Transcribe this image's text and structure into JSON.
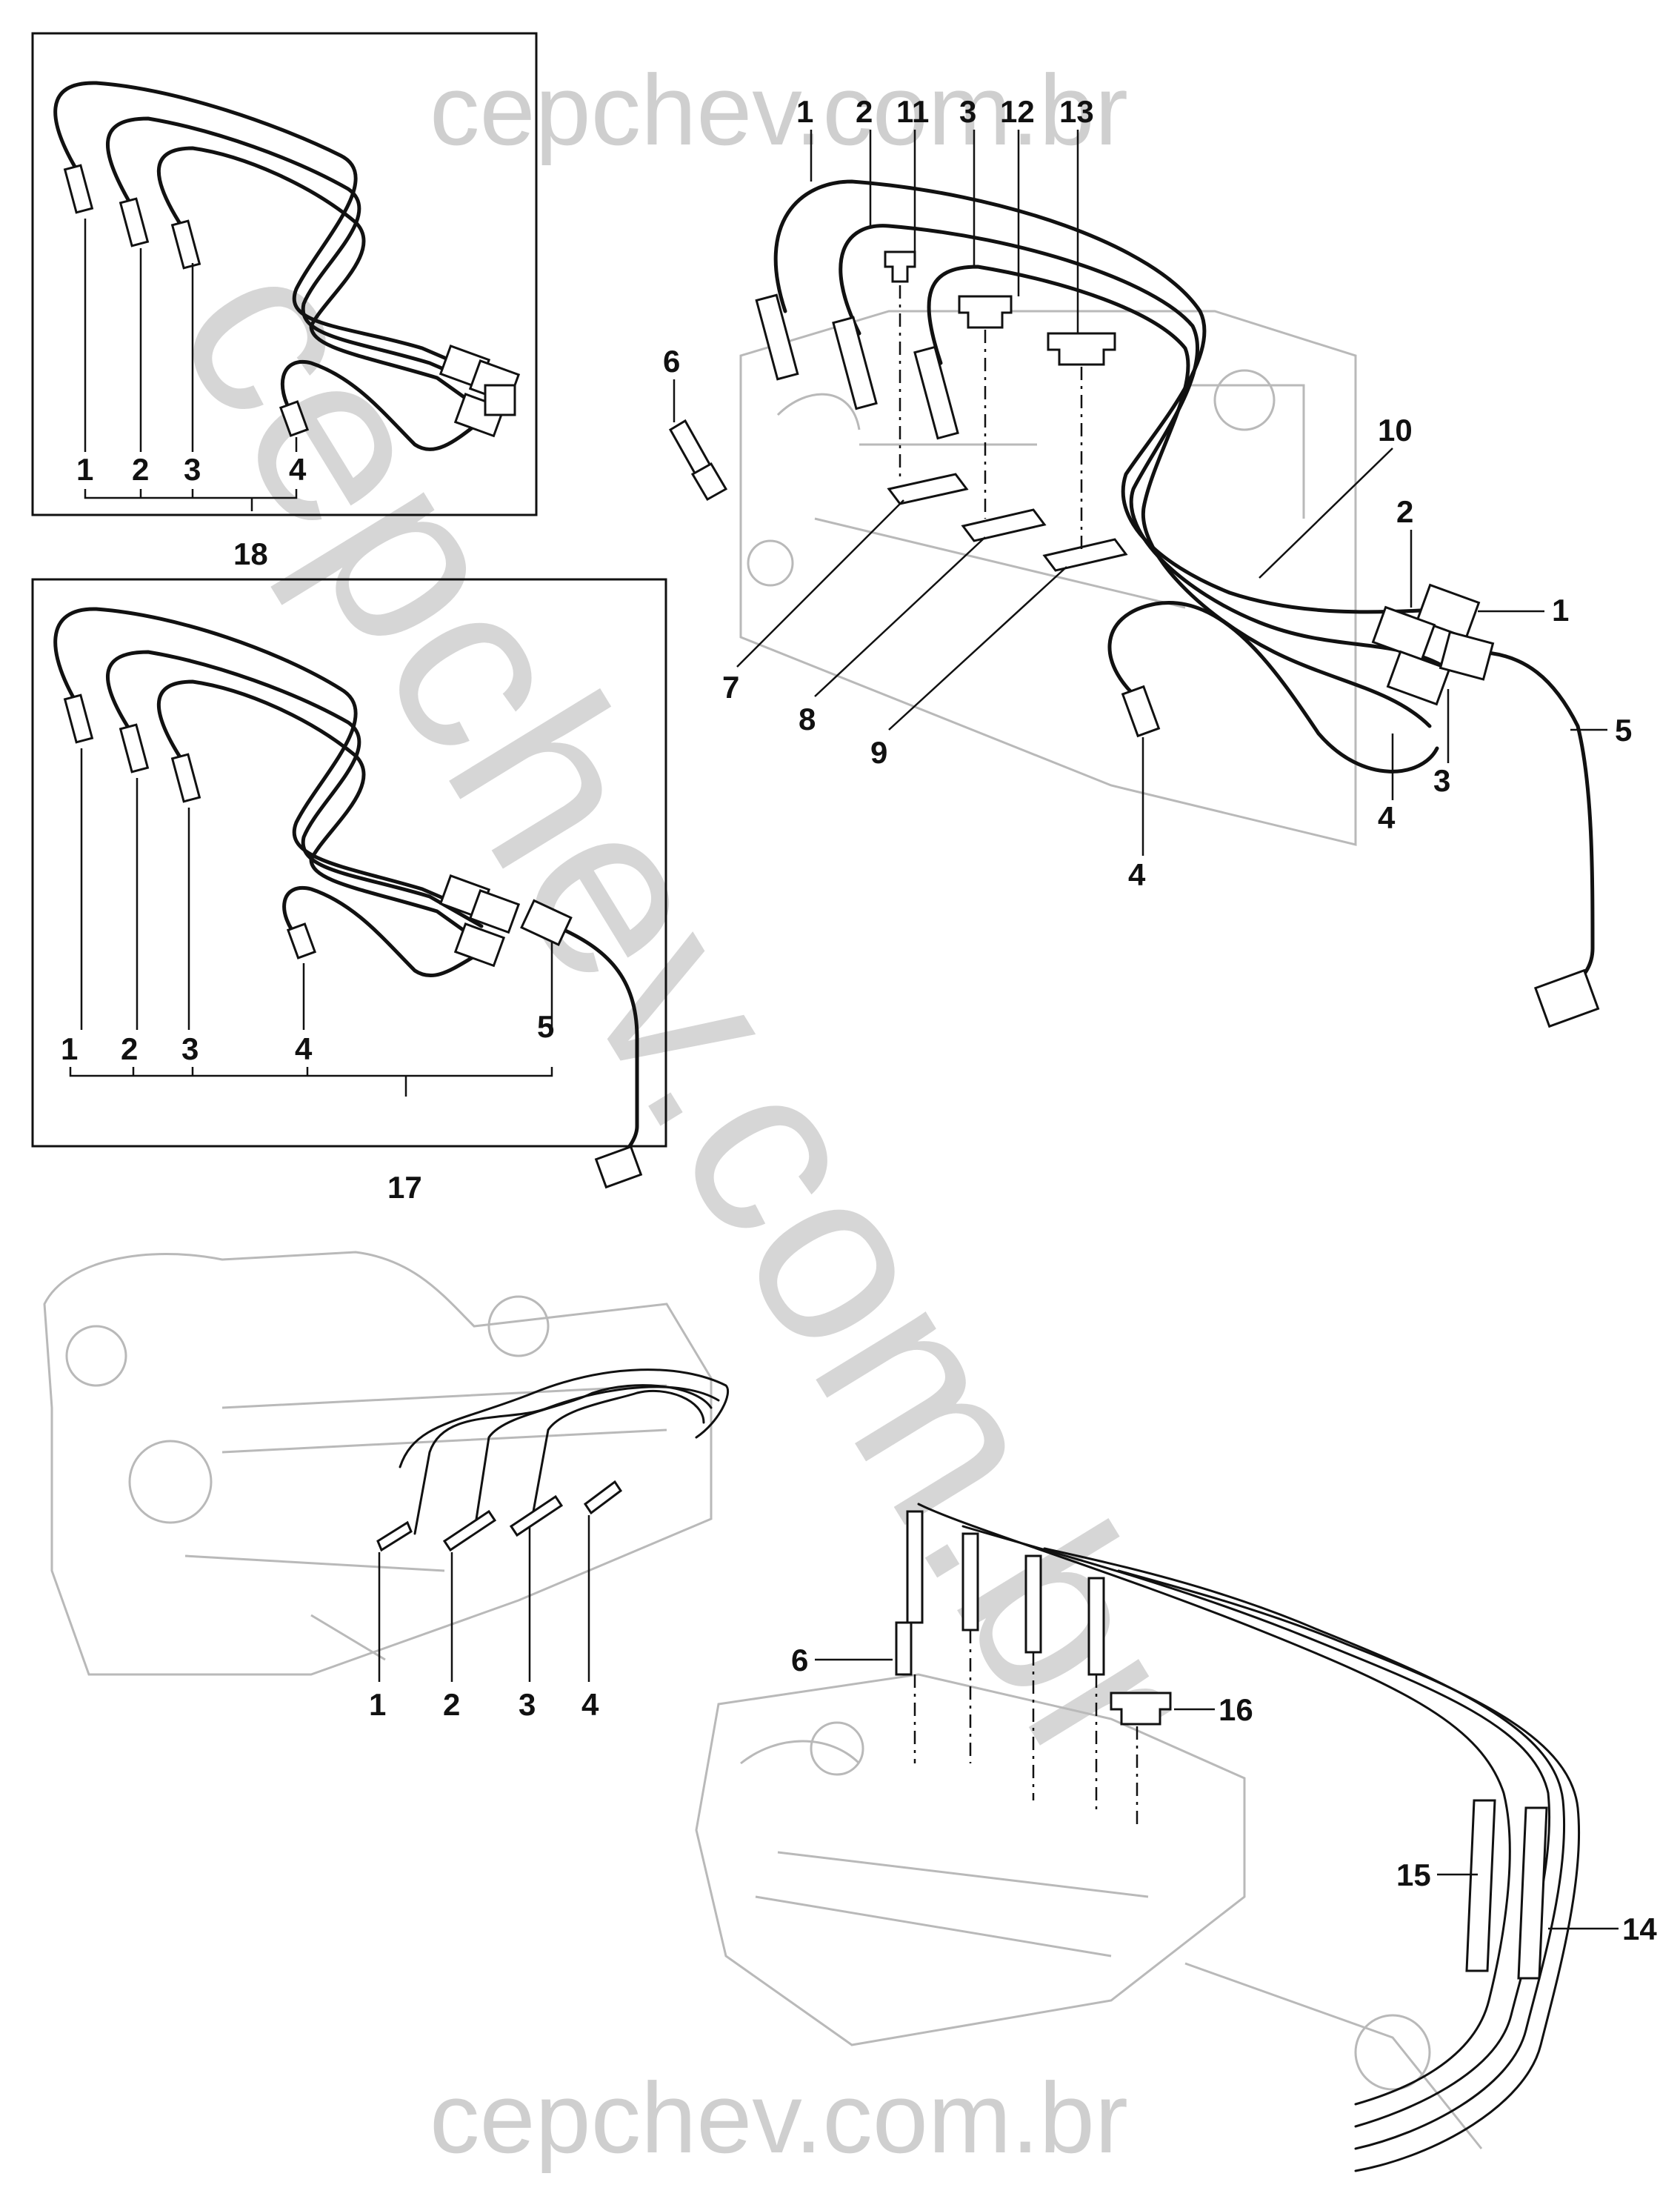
{
  "watermark": {
    "top": "cepchev.com.br",
    "bottom": "cepchev.com.br",
    "diagonal": "cepchev.com.br"
  },
  "inset_18": {
    "callouts": [
      "1",
      "2",
      "3",
      "4"
    ],
    "group": "18"
  },
  "inset_17": {
    "callouts": [
      "1",
      "2",
      "3",
      "4",
      "5"
    ],
    "group": "17"
  },
  "main_diagram": {
    "top_callouts": [
      "1",
      "2",
      "11",
      "3",
      "12",
      "13"
    ],
    "callout_6": "6",
    "callout_7": "7",
    "callout_8": "8",
    "callout_9": "9",
    "callout_10": "10",
    "right_callouts": {
      "c1": "1",
      "c2": "2",
      "c3": "3",
      "c4a": "4",
      "c5": "5",
      "c4b": "4"
    }
  },
  "engine_left": {
    "callouts": [
      "1",
      "2",
      "3",
      "4"
    ]
  },
  "engine_right": {
    "callout_6": "6",
    "callout_16": "16",
    "callout_15": "15",
    "callout_14": "14"
  }
}
